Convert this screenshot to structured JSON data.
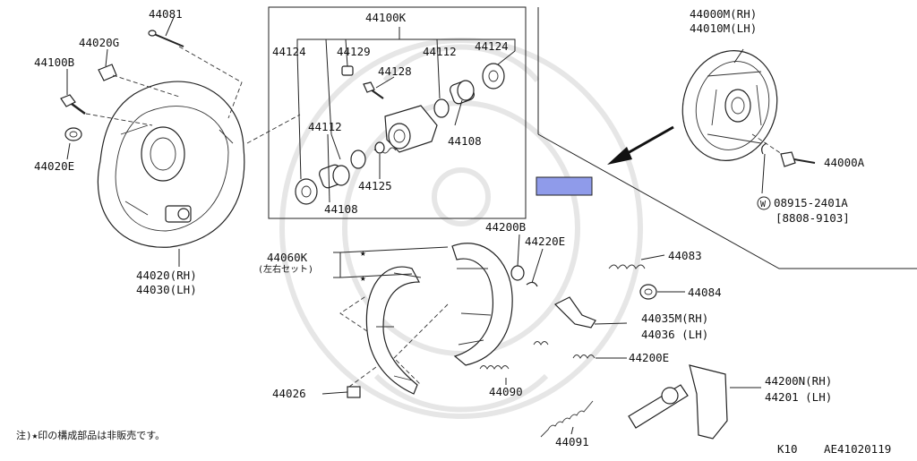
{
  "colors": {
    "line": "#222222",
    "highlight": "#8f9bea",
    "watermark": "#e6e6e6"
  },
  "inset_group": {
    "label": "44100K"
  },
  "labels": {
    "p44081": "44081",
    "p44020G": "44020G",
    "p44100B": "44100B",
    "p44020E": "44020E",
    "p44020_rh": "44020(RH)",
    "p44030_lh": "44030(LH)",
    "p44124_left": "44124",
    "p44129": "44129",
    "p44112_top": "44112",
    "p44124_right": "44124",
    "p44128": "44128",
    "p44112_mid": "44112",
    "p44108_right": "44108",
    "p44125": "44125",
    "p44108_left": "44108",
    "p44000M": "44000M(RH)",
    "p44010M": "44010M(LH)",
    "p44000A": "44000A",
    "p08915": "08915-2401A",
    "p8808": "[8808-9103]",
    "washer_mark": "W",
    "p44200B": "44200B",
    "p44220E": "44220E",
    "p44060K": "44060K",
    "set_note": "(左右セット)",
    "star1": "★",
    "star2": "★",
    "p44083": "44083",
    "p44084": "44084",
    "p44035M": "44035M(RH)",
    "p44036": "44036 (LH)",
    "p44200E": "44200E",
    "p44026": "44026",
    "p44090": "44090",
    "p44200N": "44200N(RH)",
    "p44201": "44201 (LH)",
    "p44091": "44091"
  },
  "footer": {
    "note": "注)★印の構成部品は非販売です。",
    "page_code": "K10",
    "diagram_code": "AE41020119"
  }
}
